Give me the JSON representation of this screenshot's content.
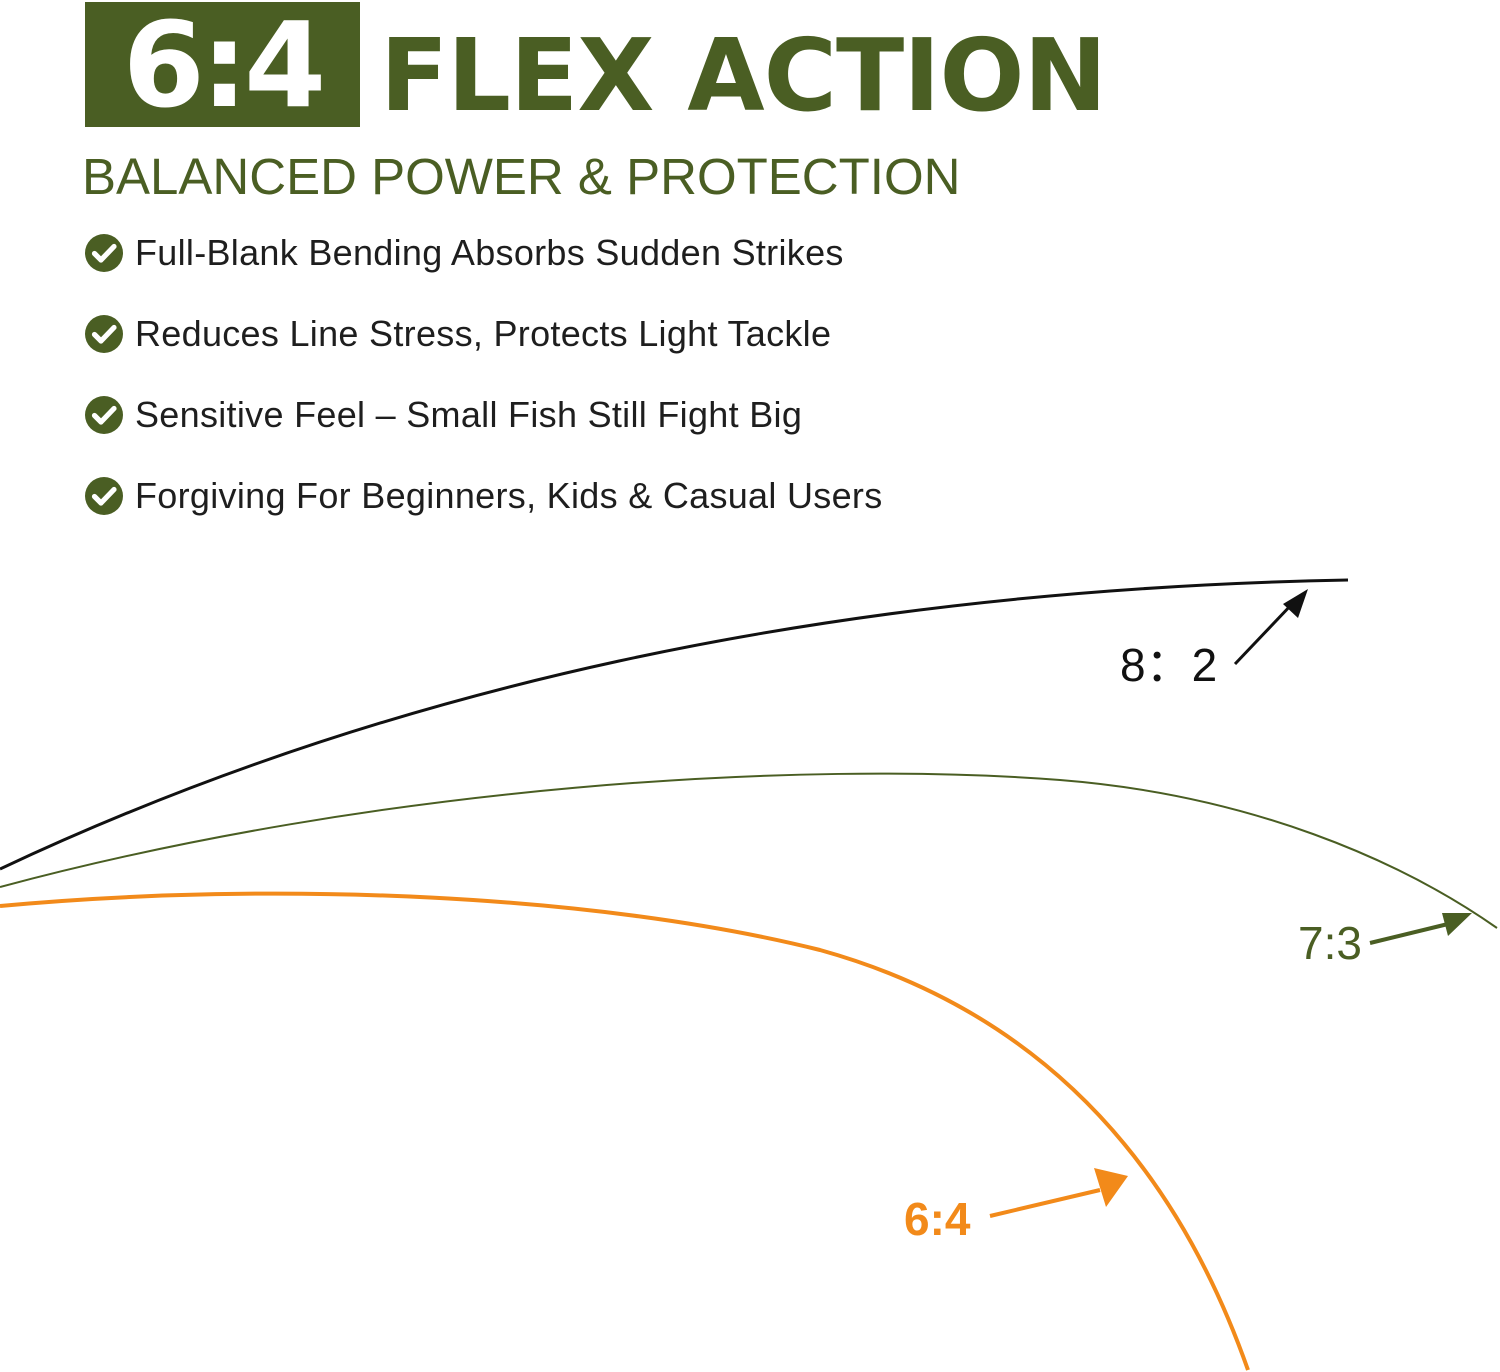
{
  "header": {
    "badge": "6:4",
    "title": "FLEX ACTION",
    "subtitle": "BALANCED POWER & PROTECTION"
  },
  "features": [
    {
      "icon": "check-circle-icon",
      "label": "Full-Blank Bending Absorbs Sudden Strikes"
    },
    {
      "icon": "check-circle-icon",
      "label": "Reduces Line Stress, Protects Light Tackle"
    },
    {
      "icon": "check-circle-icon",
      "label": "Sensitive Feel – Small Fish Still Fight Big"
    },
    {
      "icon": "check-circle-icon",
      "label": "Forgiving For Beginners, Kids & Casual Users"
    }
  ],
  "actions": [
    {
      "label": "8：2",
      "color": "#111111"
    },
    {
      "label": "7:3",
      "color": "#4a5e23"
    },
    {
      "label": "6:4",
      "color": "#f28a1a"
    }
  ],
  "colors": {
    "brand": "#4a5e23",
    "accent": "#f28a1a",
    "text": "#1e1e1e"
  }
}
